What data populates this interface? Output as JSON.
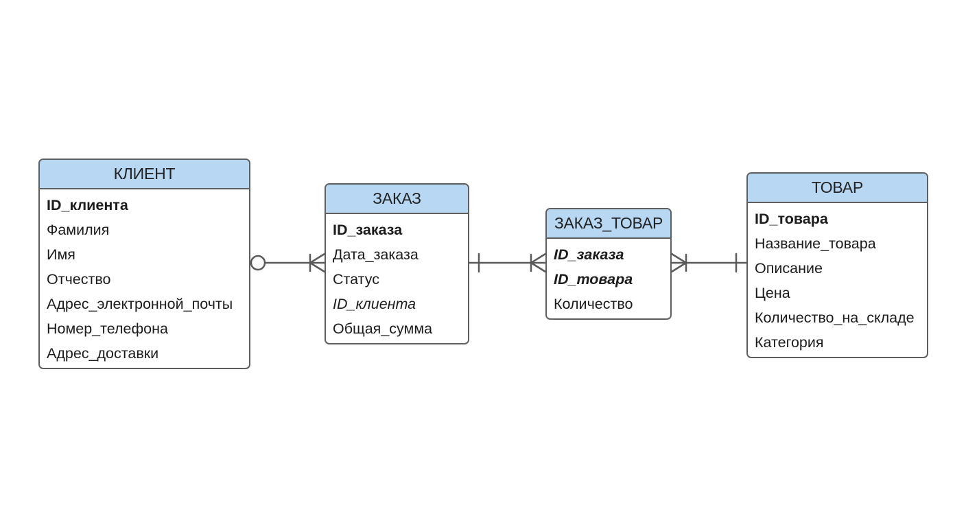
{
  "entities": {
    "client": {
      "name": "КЛИЕНТ",
      "attributes": [
        {
          "text": "ID_клиента",
          "style": "pk"
        },
        {
          "text": "Фамилия",
          "style": "normal"
        },
        {
          "text": "Имя",
          "style": "normal"
        },
        {
          "text": "Отчество",
          "style": "normal"
        },
        {
          "text": "Адрес_электронной_почты",
          "style": "normal"
        },
        {
          "text": "Номер_телефона",
          "style": "normal"
        },
        {
          "text": "Адрес_доставки",
          "style": "normal"
        }
      ]
    },
    "order": {
      "name": "ЗАКАЗ",
      "attributes": [
        {
          "text": "ID_заказа",
          "style": "pk"
        },
        {
          "text": "Дата_заказа",
          "style": "normal"
        },
        {
          "text": "Статус",
          "style": "normal"
        },
        {
          "text": "ID_клиента",
          "style": "fk"
        },
        {
          "text": "Общая_сумма",
          "style": "normal"
        }
      ]
    },
    "order_item": {
      "name": "ЗАКАЗ_ТОВАР",
      "attributes": [
        {
          "text": "ID_заказа",
          "style": "pk-fk"
        },
        {
          "text": "ID_товара",
          "style": "pk-fk"
        },
        {
          "text": "Количество",
          "style": "normal"
        }
      ]
    },
    "product": {
      "name": "ТОВАР",
      "attributes": [
        {
          "text": "ID_товара",
          "style": "pk"
        },
        {
          "text": "Название_товара",
          "style": "normal"
        },
        {
          "text": "Описание",
          "style": "normal"
        },
        {
          "text": "Цена",
          "style": "normal"
        },
        {
          "text": "Количество_на_складе",
          "style": "normal"
        },
        {
          "text": "Категория",
          "style": "normal"
        }
      ]
    }
  },
  "relationships": [
    {
      "from": "client",
      "to": "order",
      "from_end": "zero-or-one",
      "to_end": "many"
    },
    {
      "from": "order",
      "to": "order_item",
      "from_end": "one",
      "to_end": "many"
    },
    {
      "from": "order_item",
      "to": "product",
      "from_end": "many",
      "to_end": "one"
    }
  ],
  "colors": {
    "header_fill": "#b7d7f2",
    "border": "#5f5f5f",
    "connector": "#5a5a5a",
    "background": "#ffffff"
  }
}
